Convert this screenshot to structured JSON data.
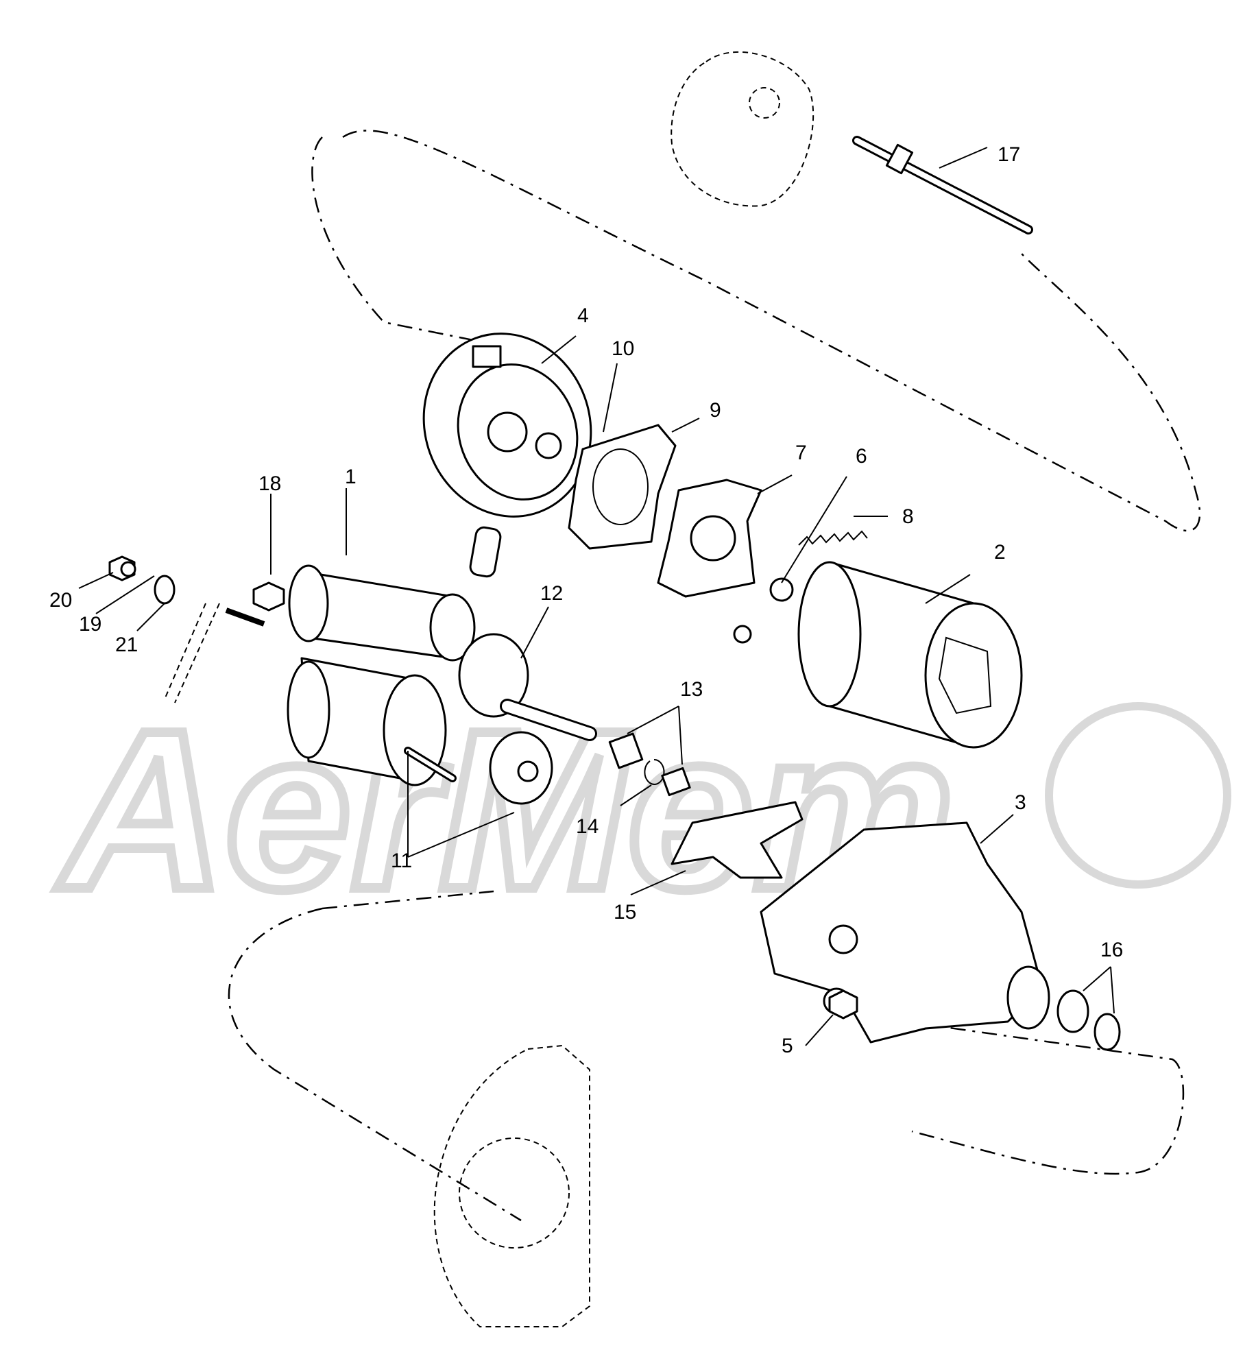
{
  "diagram": {
    "watermark": "AerMem",
    "callouts": [
      "1",
      "2",
      "3",
      "4",
      "5",
      "6",
      "7",
      "8",
      "9",
      "10",
      "11",
      "12",
      "13",
      "14",
      "15",
      "16",
      "17",
      "18",
      "19",
      "20",
      "21"
    ],
    "colors": {
      "line": "#000000",
      "background": "#ffffff",
      "watermark": "#d9d9d9"
    }
  }
}
